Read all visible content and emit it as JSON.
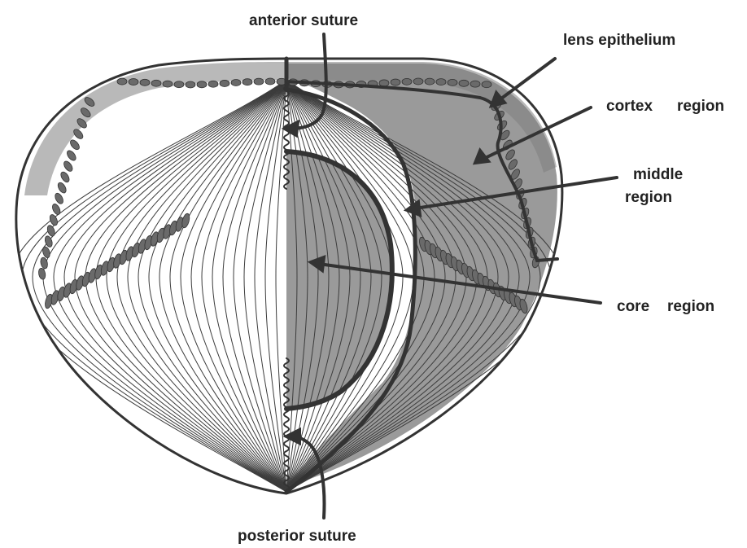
{
  "colors": {
    "ink": "#333333",
    "fiber": "#3c3c3c",
    "shade": "#9a9a9a",
    "label": "#222222"
  },
  "labels": {
    "anterior_suture": "anterior suture",
    "lens_epithelium": "lens epithelium",
    "cortex_line1": "cortex",
    "cortex_line2": "region",
    "middle_line1": "middle",
    "middle_line2": "region",
    "core_line1": "core",
    "core_line2": "region",
    "posterior_suture": "posterior suture"
  }
}
